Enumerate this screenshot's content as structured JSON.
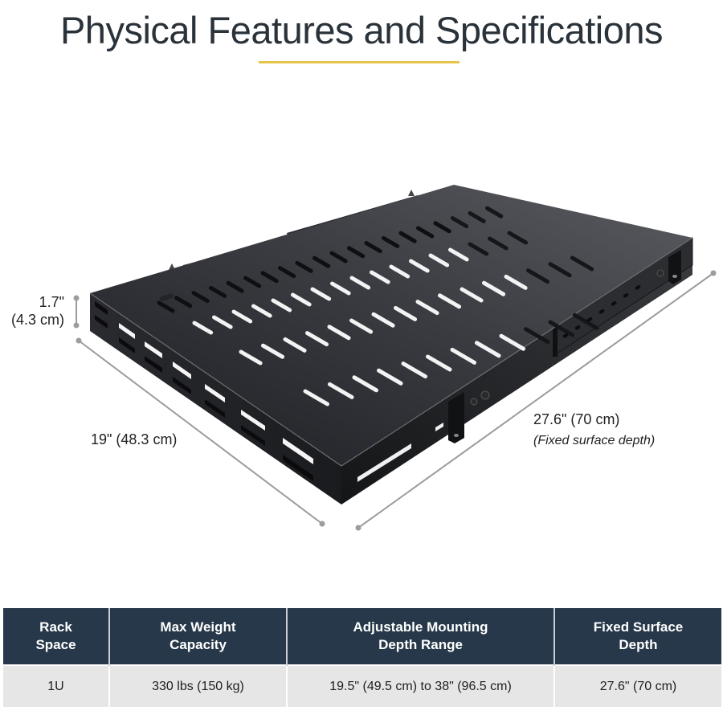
{
  "header": {
    "title": "Physical Features and Specifications",
    "accent_color": "#e6c44c"
  },
  "illustration": {
    "subject": "1U adjustable-depth vented rack shelf (black)",
    "dimensions": {
      "height": {
        "line1": "1.7\"",
        "line2": "(4.3 cm)"
      },
      "width": {
        "label": "19\" (48.3 cm)"
      },
      "depth": {
        "label": "27.6\" (70 cm)",
        "note": "(Fixed surface depth)"
      }
    }
  },
  "spec_table": {
    "header_color": "#263849",
    "row_color": "#e6e6e6",
    "columns": [
      {
        "line1": "Rack",
        "line2": "Space"
      },
      {
        "line1": "Max Weight",
        "line2": "Capacity"
      },
      {
        "line1": "Adjustable Mounting",
        "line2": "Depth Range"
      },
      {
        "line1": "Fixed Surface",
        "line2": "Depth"
      }
    ],
    "rows": [
      [
        "1U",
        "330 lbs (150 kg)",
        "19.5\" (49.5 cm) to 38\" (96.5 cm)",
        "27.6\" (70 cm)"
      ]
    ]
  }
}
